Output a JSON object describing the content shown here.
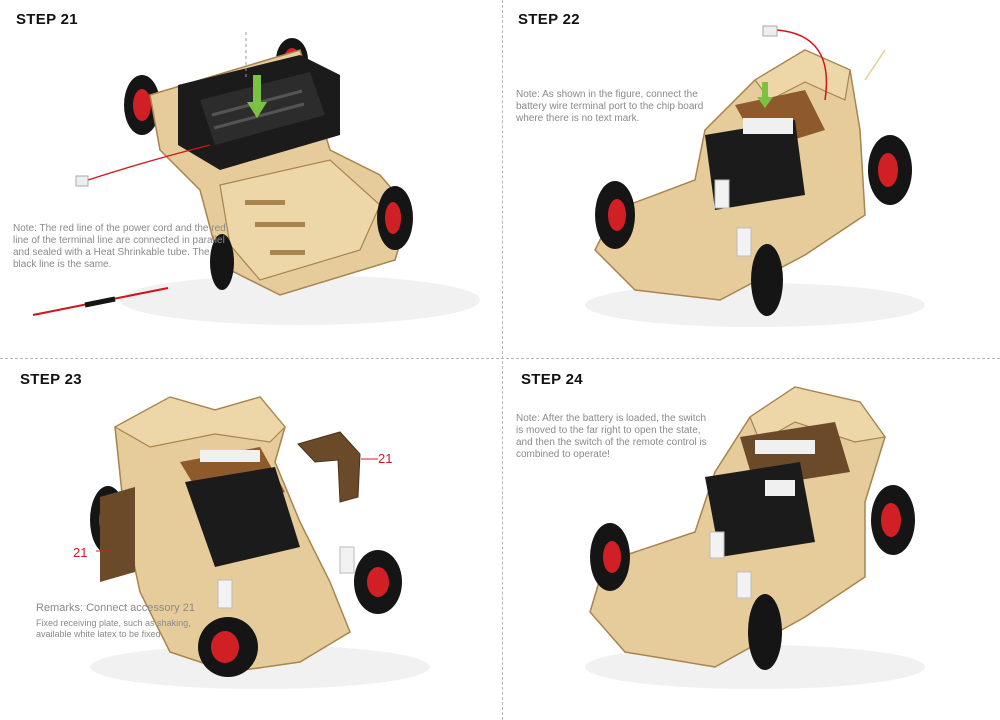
{
  "steps": [
    {
      "label": "STEP 21",
      "note": "Note: The red line of the power cord and the red line of the terminal line are connected in parallel and sealed with a Heat Shrinkable tube. The black line is the same."
    },
    {
      "label": "STEP 22",
      "note": "Note: As shown in the figure, connect the battery wire terminal port to the chip board where there is no text mark."
    },
    {
      "label": "STEP 23",
      "remark_title": "Remarks: Connect accessory 21",
      "remark_body": "Fixed receiving plate, such as shaking, available white latex to be fixed.",
      "callouts": [
        "21",
        "21"
      ]
    },
    {
      "label": "STEP 24",
      "note": "Note: After the battery is loaded, the switch is moved to the far right to open the state, and then the switch of the remote control is combined to operate!"
    }
  ],
  "colors": {
    "wood": "#e6cc9a",
    "wood_dark": "#a8844e",
    "tire": "#151515",
    "rim": "#d11f26",
    "battery_box": "#1b1b1b",
    "wire_red": "#d0141a",
    "arrow_green": "#7cc242",
    "callout": "#c8201e"
  },
  "icons": {
    "battery": "battery-holder-icon",
    "arrow": "down-arrow-icon",
    "wheel": "wheel-icon"
  }
}
